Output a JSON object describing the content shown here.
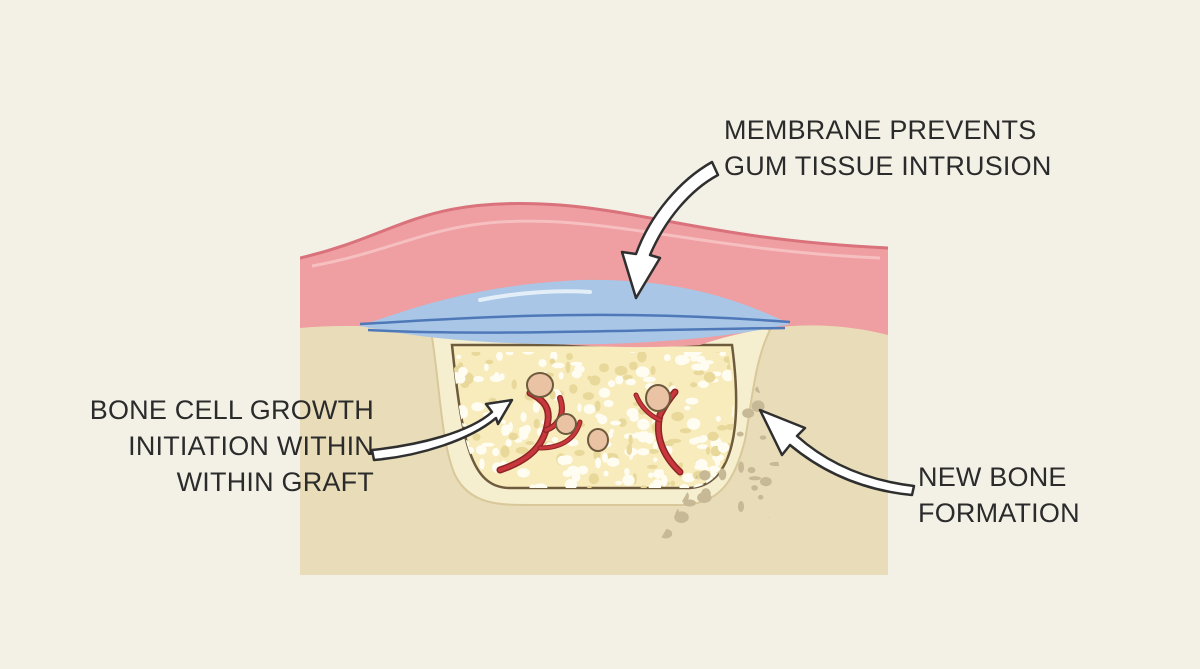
{
  "labels": {
    "membrane": [
      "MEMBRANE PREVENTS",
      "GUM TISSUE INTRUSION"
    ],
    "growth": [
      "BONE CELL GROWTH",
      "INITIATION WITHIN",
      "WITHIN GRAFT"
    ],
    "new_bone": [
      "NEW BONE",
      "FORMATION"
    ]
  },
  "colors": {
    "background": "#f3f0e6",
    "gum": "#ef9ea1",
    "gum_dark": "#d9727a",
    "membrane": "#a9c6e6",
    "membrane_line": "#4f78b8",
    "bone": "#e9dcb8",
    "socket_rim": "#f6efcf",
    "graft": "#f8ecbd",
    "graft_granule": "#fffdf2",
    "vessel": "#c8373b",
    "cell": "#e9c3a4",
    "new_bone_spot": "#c7b995",
    "outline": "#333333"
  }
}
